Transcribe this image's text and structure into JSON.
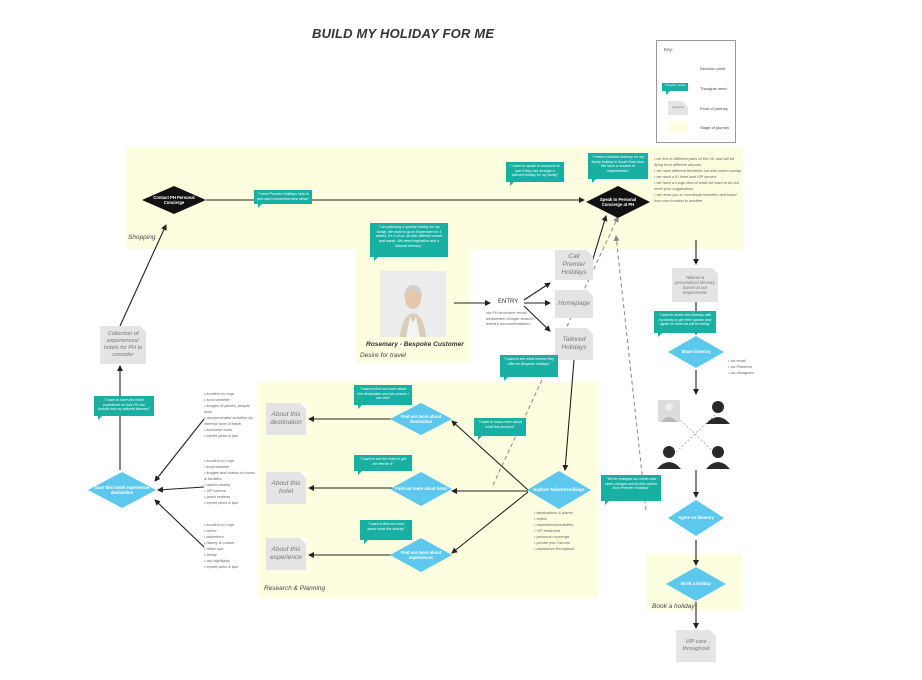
{
  "title": "BUILD MY HOLIDAY FOR ME",
  "key": {
    "heading": "Key:",
    "items": [
      {
        "sample": "Decision Point",
        "label": "Decision point"
      },
      {
        "sample": "Thoughts / needs",
        "label": "Thoughts need"
      },
      {
        "sample": "Page/step",
        "label": "Point of journey"
      },
      {
        "label": "Stage of journey"
      }
    ]
  },
  "stages": {
    "shopping": "Shopping",
    "desire": "Desire for travel",
    "research": "Research & Planning",
    "book": "Book a holiday"
  },
  "persona": {
    "name": "Rosemary - Bespoke Customer"
  },
  "entry": {
    "label": "ENTRY",
    "sub": "via PH brochure/ email newsletter/ Google search/ friend's recommendation"
  },
  "decisions": {
    "contact": "Contact PH Personal Concierge",
    "speak": "Speak to Personal Concierge at PH",
    "share": "Share itinerary",
    "agree": "Agree on itinerary",
    "book": "Book a holiday",
    "explore": "Explore Tailored Holidays",
    "find_dest": "Find out more about destination",
    "find_hotel": "Find out more about hotel",
    "find_exp": "Find out more about experiences",
    "save": "Save this hotel/ experience/ destination"
  },
  "pages": {
    "call": "Call Premier Holidays",
    "homepage": "Homepage",
    "tailored": "Tailored Holidays",
    "collection": "Collection of experiences/ hotels for PH to consider",
    "about_dest": "About this destination",
    "about_hotel": "About this hotel",
    "about_exp": "About this experience",
    "itinerary": "Tailored & personalised itinerary based on our requirements",
    "vip": "VIP care throughout"
  },
  "notes": {
    "need_help": "\"I need Premier Holidays help to pick and recommend best ideas\"",
    "speak_someone": "\"I want to speak to someone to ask if they can arrange a tailored holiday for my family\"",
    "tailored_itin": "\"I need a tailored itinerary for my family holiday in South East Asia. We have a number of requirements\"",
    "planning": "\"I am planning a special holiday for my family. We want to go in September for 4 weeks. It's 4 of us, all with different needs and wants. We need inspiration and a tailored itinerary.\"",
    "share_family": "\"I want to share this itinerary with my family to get their opinion and agree on what we will be doing\"",
    "what_service": "\"I want to see what service they offer for Bespoke holidays\"",
    "save_hotel": "\"I want to save this hotel/ experience so that PH can include into my tailored itinerary\"",
    "find_dest": "\"I want to find out more about this destination and see places I can visit\"",
    "know_more": "\"I want to know more about what this involves\"",
    "see_hotel": "\"I want to see the hotel to get the feel for it\"",
    "find_activity": "\"I want to find out more about what this activity\"",
    "changed_minds": "\"We've changed our minds and need changes and further advice from Premier Holidays\""
  },
  "requirements": [
    "we live in different parts of the UK and will be flying from different airports",
    "we have different timelines but with some overlap",
    "we want a 5* hotel and VIP service",
    "we have a rough idea of what we want to do but need your suggestions",
    "we need you to coordinate transfers and travel from one location to another"
  ],
  "share_via": [
    "via email",
    "via Pinterest",
    "via Instagram"
  ],
  "dest_list": [
    "location on map",
    "local weather",
    "images of places, people, food",
    "recommended activities by interest/ time of travel",
    "exclusive tours",
    "expert picks & tips"
  ],
  "hotel_list": [
    "location on map",
    "local weather",
    "images and videos of rooms & facilities",
    "what's nearby",
    "VIP service",
    "guest reviews",
    "expert picks & tips"
  ],
  "exp_list": [
    "location on map",
    "active",
    "adventure",
    "history & culture",
    "relax/ spa",
    "family",
    "city highlights",
    "expert picks & tips"
  ],
  "explore_list": [
    "destinations & places",
    "hotels",
    "experiences/activities",
    "VIP treatment",
    "personal concierge",
    "private jets/ escorts",
    "assistance throughout"
  ]
}
